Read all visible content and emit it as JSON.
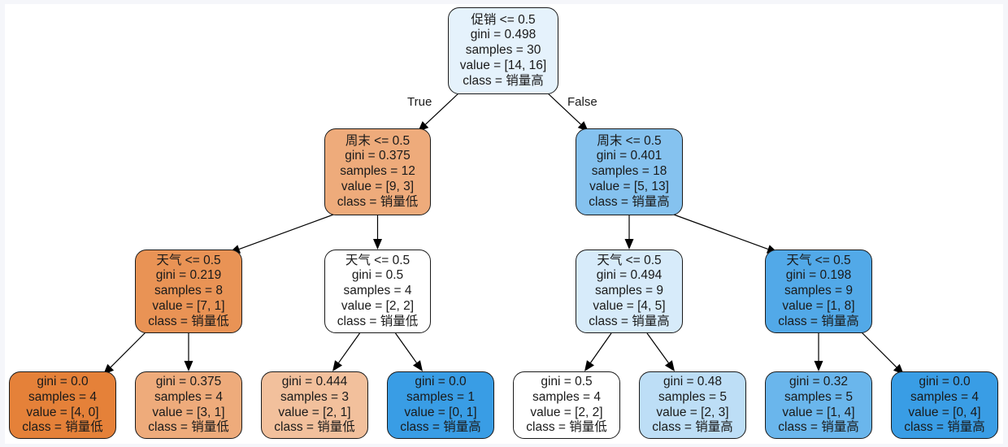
{
  "tree": {
    "edge_labels": {
      "true": "True",
      "false": "False"
    },
    "nodes": [
      {
        "id": "root",
        "lines": [
          "促销 <= 0.5",
          "gini = 0.498",
          "samples = 30",
          "value = [14, 16]",
          "class = 销量高"
        ],
        "color": "#e5f2fc"
      },
      {
        "id": "n1",
        "lines": [
          "周末 <= 0.5",
          "gini = 0.375",
          "samples = 12",
          "value = [9, 3]",
          "class = 销量低"
        ],
        "color": "#eeab7b"
      },
      {
        "id": "n2",
        "lines": [
          "周末 <= 0.5",
          "gini = 0.401",
          "samples = 18",
          "value = [5, 13]",
          "class = 销量高"
        ],
        "color": "#85c2ef"
      },
      {
        "id": "n3",
        "lines": [
          "天气 <= 0.5",
          "gini = 0.219",
          "samples = 8",
          "value = [7, 1]",
          "class = 销量低"
        ],
        "color": "#e99355"
      },
      {
        "id": "n4",
        "lines": [
          "天气 <= 0.5",
          "gini = 0.5",
          "samples = 4",
          "value = [2, 2]",
          "class = 销量低"
        ],
        "color": "#ffffff"
      },
      {
        "id": "n5",
        "lines": [
          "天气 <= 0.5",
          "gini = 0.494",
          "samples = 9",
          "value = [4, 5]",
          "class = 销量高"
        ],
        "color": "#d7ebfa"
      },
      {
        "id": "n6",
        "lines": [
          "天气 <= 0.5",
          "gini = 0.198",
          "samples = 9",
          "value = [1, 8]",
          "class = 销量高"
        ],
        "color": "#52a9e8"
      },
      {
        "id": "n7",
        "lines": [
          "gini = 0.0",
          "samples = 4",
          "value = [4, 0]",
          "class = 销量低"
        ],
        "color": "#e58139"
      },
      {
        "id": "n8",
        "lines": [
          "gini = 0.375",
          "samples = 4",
          "value = [3, 1]",
          "class = 销量低"
        ],
        "color": "#eeab7b"
      },
      {
        "id": "n9",
        "lines": [
          "gini = 0.444",
          "samples = 3",
          "value = [2, 1]",
          "class = 销量低"
        ],
        "color": "#f2c09c"
      },
      {
        "id": "n10",
        "lines": [
          "gini = 0.0",
          "samples = 1",
          "value = [0, 1]",
          "class = 销量高"
        ],
        "color": "#399de5"
      },
      {
        "id": "n11",
        "lines": [
          "gini = 0.5",
          "samples = 4",
          "value = [2, 2]",
          "class = 销量低"
        ],
        "color": "#ffffff"
      },
      {
        "id": "n12",
        "lines": [
          "gini = 0.48",
          "samples = 5",
          "value = [2, 3]",
          "class = 销量高"
        ],
        "color": "#bddef6"
      },
      {
        "id": "n13",
        "lines": [
          "gini = 0.32",
          "samples = 5",
          "value = [1, 4]",
          "class = 销量高"
        ],
        "color": "#6ab6ec"
      },
      {
        "id": "n14",
        "lines": [
          "gini = 0.0",
          "samples = 4",
          "value = [0, 4]",
          "class = 销量高"
        ],
        "color": "#399de5"
      }
    ],
    "edges": [
      [
        "root",
        "n1"
      ],
      [
        "root",
        "n2"
      ],
      [
        "n1",
        "n3"
      ],
      [
        "n1",
        "n4"
      ],
      [
        "n2",
        "n5"
      ],
      [
        "n2",
        "n6"
      ],
      [
        "n3",
        "n7"
      ],
      [
        "n3",
        "n8"
      ],
      [
        "n4",
        "n9"
      ],
      [
        "n4",
        "n10"
      ],
      [
        "n5",
        "n11"
      ],
      [
        "n5",
        "n12"
      ],
      [
        "n6",
        "n13"
      ],
      [
        "n6",
        "n14"
      ]
    ]
  }
}
